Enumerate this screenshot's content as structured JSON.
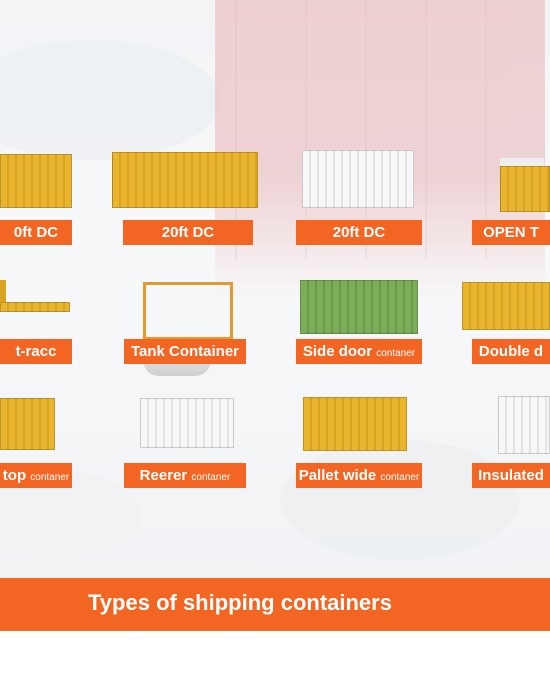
{
  "labels": {
    "r1c1": "0ft DC",
    "r1c2": "20ft DC",
    "r1c3": "20ft DC",
    "r1c4": "OPEN T",
    "r2c1": "t-racc",
    "r2c2": "Tank Container",
    "r2c3_main": "Side door",
    "r2c3_small": "contaner",
    "r2c4": "Double d",
    "r3c1_main": "top",
    "r3c1_small": "contaner",
    "r3c2_main": "Reerer",
    "r3c2_small": "contaner",
    "r3c3_main": "Pallet wide",
    "r3c3_small": "contaner",
    "r3c4": "Insulated "
  },
  "banner": {
    "title": "Types of shipping containers"
  },
  "colors": {
    "accent": "#f26522"
  }
}
